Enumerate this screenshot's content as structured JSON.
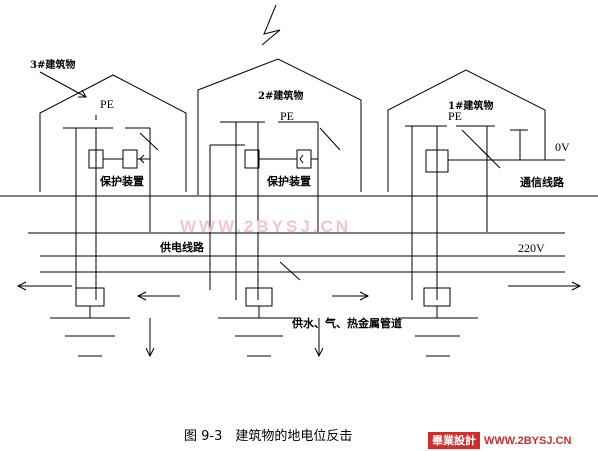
{
  "labels": {
    "building3": "3#建筑物",
    "building2": "2#建筑物",
    "building1": "1#建筑物",
    "pe": "PE",
    "protector": "保护装置",
    "comm_line": "通信线路",
    "zero_v": "0V",
    "power_line": "供电线路",
    "v220": "220V",
    "pipes": "供水、气、热金属管道"
  },
  "watermark": "WWW.2BYSJ.CN",
  "caption": "图 9-3　建筑物的地电位反击",
  "logo": {
    "badge": "畢業設計",
    "url": "WWW.2BYSJ.CN"
  },
  "colors": {
    "line": "#000000",
    "watermark": "#f3c7c7",
    "logo": "#cc2d2d"
  }
}
